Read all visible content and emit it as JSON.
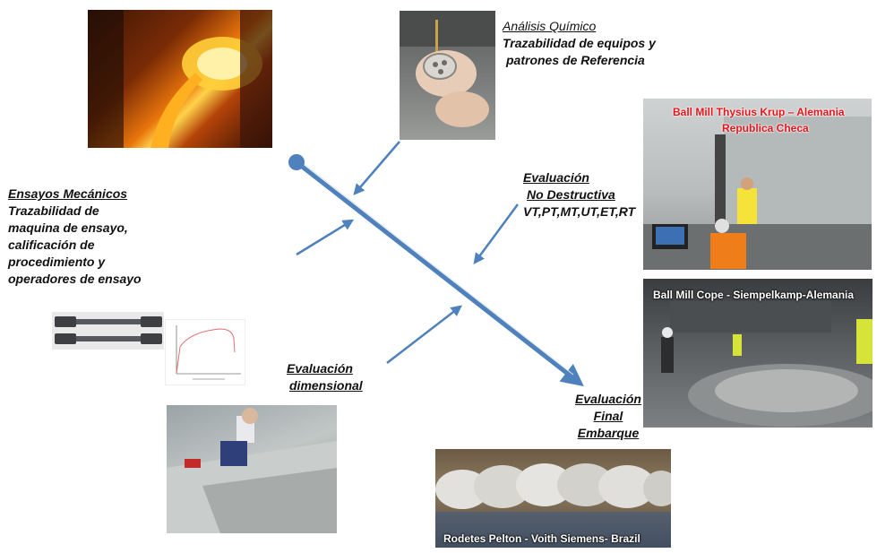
{
  "labels": {
    "chemical_title": "Análisis Químico",
    "chemical_line1": "Trazabilidad de equipos y",
    "chemical_line2": "patrones de Referencia",
    "mechanical_title": "Ensayos Mecánicos",
    "mechanical_line1": "Trazabilidad de",
    "mechanical_line2": "maquina de ensayo,",
    "mechanical_line3": "calificación de",
    "mechanical_line4": "procedimiento y",
    "mechanical_line5": "operadores de ensayo",
    "ndt_title1": "Evaluación",
    "ndt_title2": "No Destructiva",
    "ndt_methods": "VT,PT,MT,UT,ET,RT",
    "dim_line1": "Evaluación",
    "dim_line2": "dimensional",
    "final_line1": "Evaluación",
    "final_line2": "Final",
    "final_line3": "Embarque"
  },
  "captions": {
    "thyssen_line1": "Ball Mill Thysius Krup – Alemania",
    "thyssen_line2": "Republica Checa",
    "cope": "Ball Mill Cope - Siempelkamp-Alemania",
    "pelton": "Rodetes Pelton  - Voith Siemens- Brazil"
  },
  "colors": {
    "arrow": "#4f81bd",
    "arrow_dark": "#3a6aa5",
    "caption_red": "#e8141c"
  },
  "icons": {
    "foundry": "molten-metal-pouring-photo",
    "spectro": "spectrometer-sample-photo",
    "specimens": "tensile-specimens-photo",
    "curve": "stress-strain-curve-photo"
  }
}
